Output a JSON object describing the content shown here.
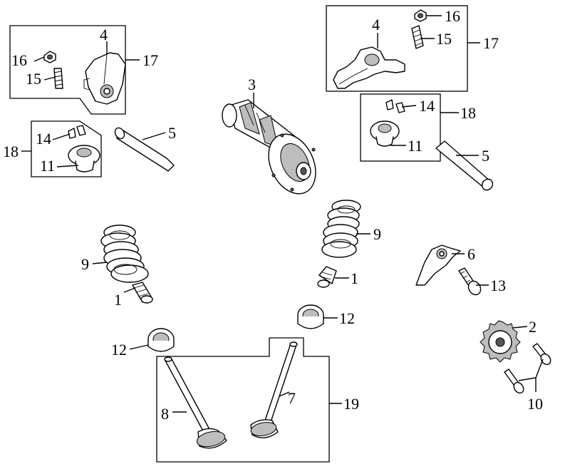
{
  "labels": {
    "l1a": "1",
    "l1b": "1",
    "l2": "2",
    "l3": "3",
    "l4a": "4",
    "l4b": "4",
    "l5a": "5",
    "l5b": "5",
    "l6": "6",
    "l7": "7",
    "l8": "8",
    "l9a": "9",
    "l9b": "9",
    "l10": "10",
    "l11a": "11",
    "l11b": "11",
    "l12a": "12",
    "l12b": "12",
    "l13": "13",
    "l14a": "14",
    "l14b": "14",
    "l15a": "15",
    "l15b": "15",
    "l16a": "16",
    "l16b": "16",
    "l17a": "17",
    "l17b": "17",
    "l18a": "18",
    "l18b": "18",
    "l19": "19"
  }
}
